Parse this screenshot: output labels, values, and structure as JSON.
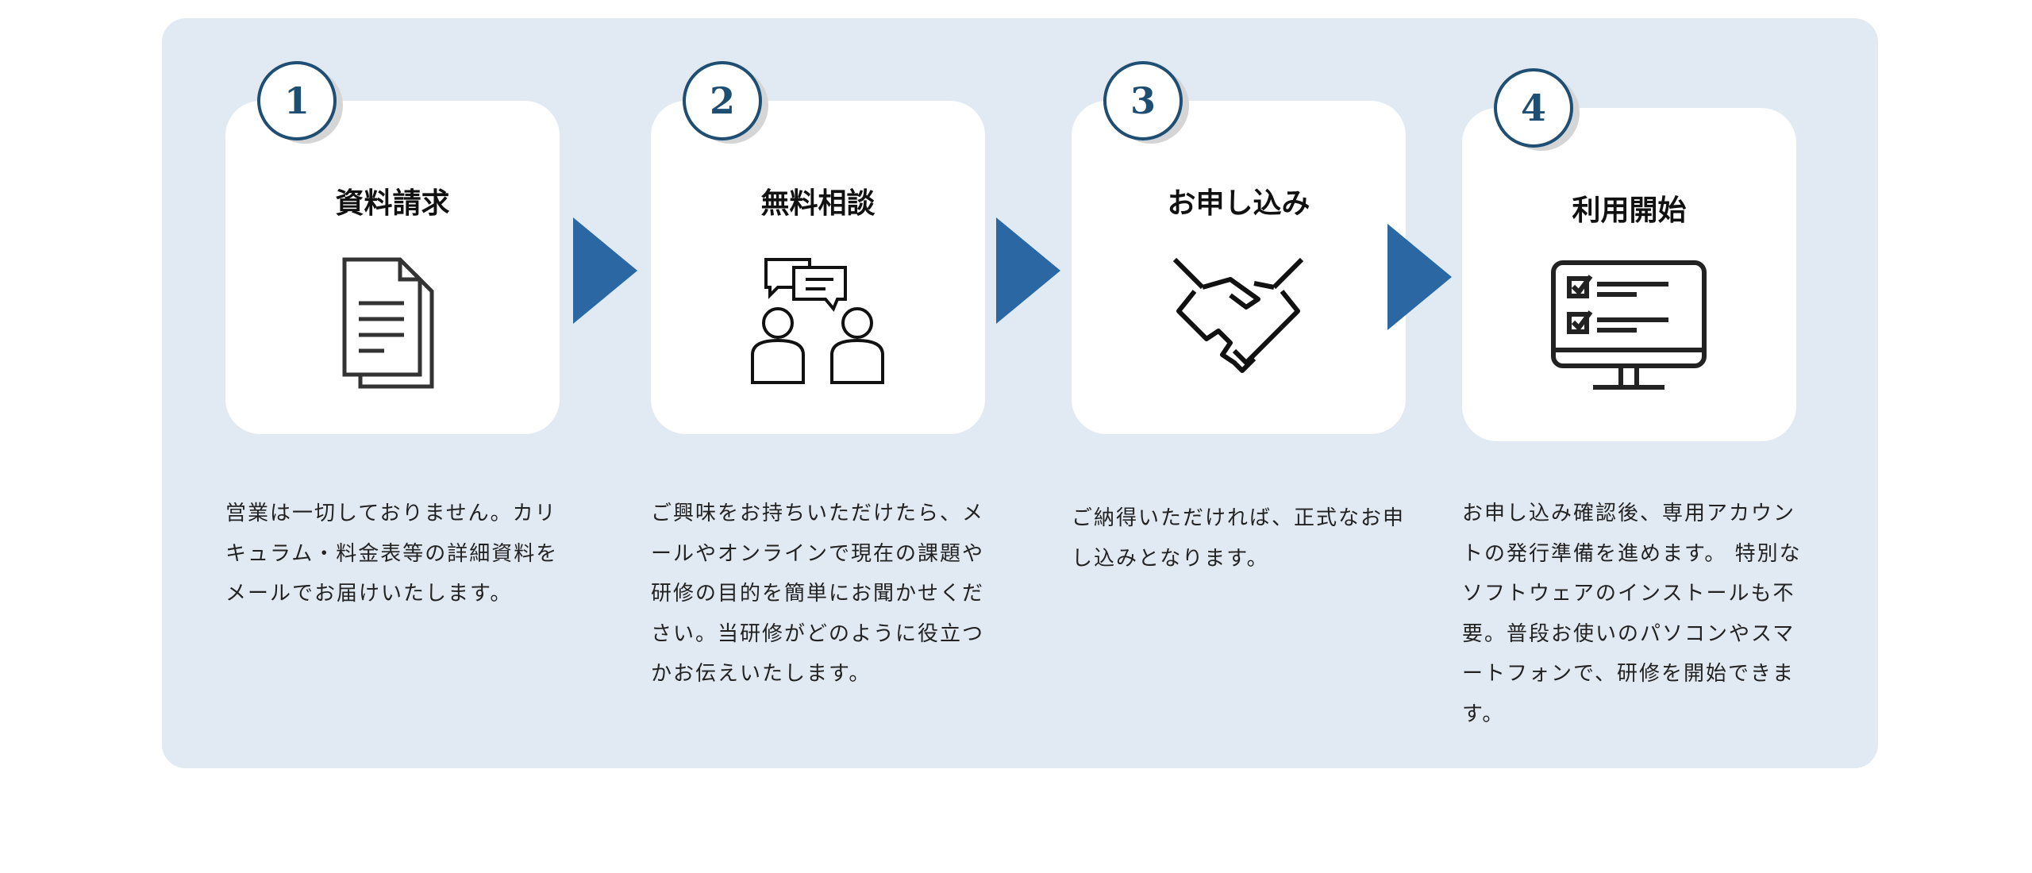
{
  "accent": "#2b67a3",
  "steps": [
    {
      "number": "1",
      "title": "資料請求",
      "icon": "document-icon",
      "desc": "営業は一切しておりません。カリキュラム・料金表等の詳細資料をメールでお届けいたします。"
    },
    {
      "number": "2",
      "title": "無料相談",
      "icon": "consultation-icon",
      "desc": "ご興味をお持ちいただけたら、メールやオンラインで現在の課題や研修の目的を簡単にお聞かせください。当研修がどのように役立つかお伝えいたします。"
    },
    {
      "number": "3",
      "title": "お申し込み",
      "icon": "handshake-icon",
      "desc": "ご納得いただければ、正式なお申し込みとなります。"
    },
    {
      "number": "4",
      "title": "利用開始",
      "icon": "monitor-checklist-icon",
      "desc": "お申し込み確認後、専用アカウントの発行準備を進めます。 特別なソフトウェアのインストールも不要。普段お使いのパソコンやスマートフォンで、研修を開始できます。"
    }
  ]
}
